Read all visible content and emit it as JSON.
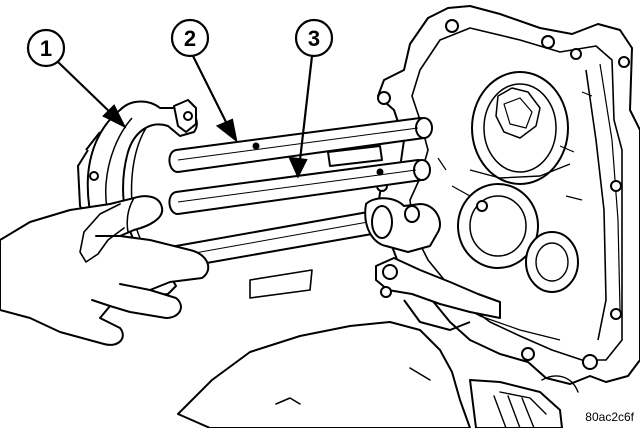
{
  "callouts": [
    {
      "number": "1"
    },
    {
      "number": "2"
    },
    {
      "number": "3"
    }
  ],
  "reference_code": "80ac2c6f"
}
